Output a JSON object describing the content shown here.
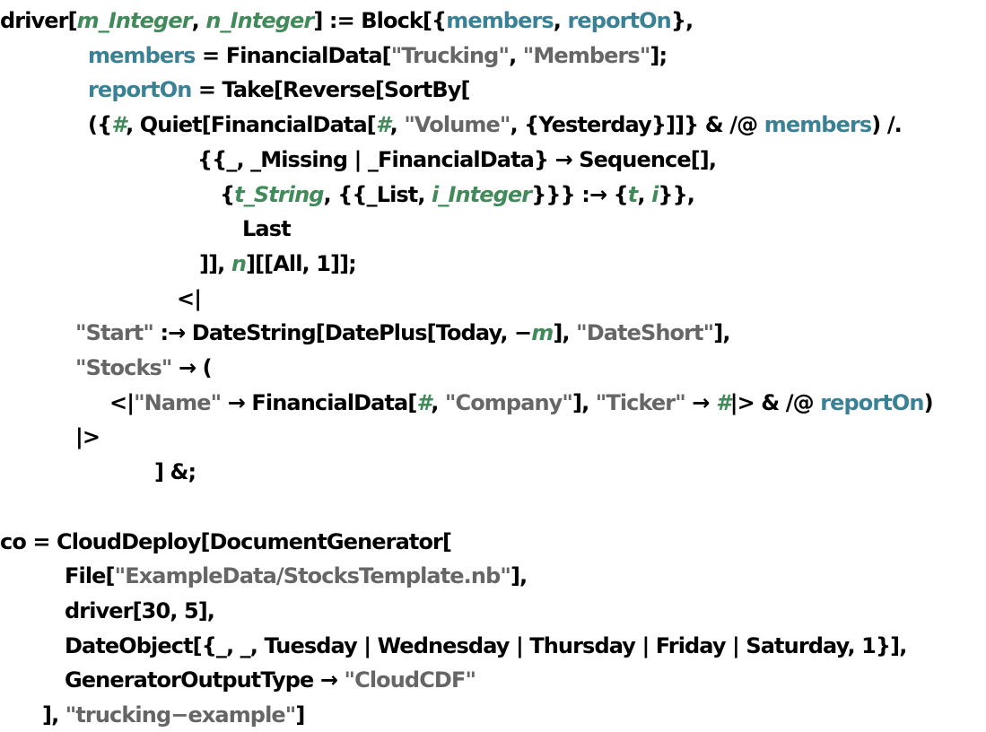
{
  "colors": {
    "text": "#000000",
    "string": "#666666",
    "local_variable": "#3b8196",
    "pattern": "#418a59",
    "background": "#ffffff"
  },
  "lines": [
    {
      "indent": 0,
      "tokens": [
        [
          "t",
          "driver["
        ],
        [
          "p",
          "m_Integer"
        ],
        [
          "t",
          ", "
        ],
        [
          "p",
          "n_Integer"
        ],
        [
          "t",
          "] := Block[{"
        ],
        [
          "v",
          "members"
        ],
        [
          "t",
          ", "
        ],
        [
          "v",
          "reportOn"
        ],
        [
          "t",
          "},"
        ]
      ]
    },
    {
      "indent": 1,
      "tokens": [
        [
          "v",
          "members"
        ],
        [
          "t",
          " = FinancialData["
        ],
        [
          "s",
          "\"Trucking\""
        ],
        [
          "t",
          ", "
        ],
        [
          "s",
          "\"Members\""
        ],
        [
          "t",
          "];"
        ]
      ]
    },
    {
      "indent": 1,
      "tokens": [
        [
          "v",
          "reportOn"
        ],
        [
          "t",
          " = Take[Reverse[SortBy["
        ]
      ]
    },
    {
      "indent": 2,
      "tokens": [
        [
          "t",
          "({"
        ],
        [
          "p",
          "#"
        ],
        [
          "t",
          ", Quiet[FinancialData["
        ],
        [
          "p",
          "#"
        ],
        [
          "t",
          ", "
        ],
        [
          "s",
          "\"Volume\""
        ],
        [
          "t",
          ", {Yesterday}]]} & /@ "
        ],
        [
          "v",
          "members"
        ],
        [
          "t",
          ") /."
        ]
      ]
    },
    {
      "indent": 3,
      "tokens": [
        [
          "t",
          "{{_, _Missing | _FinancialData} → Sequence[],"
        ]
      ]
    },
    {
      "indent": 4,
      "tokens": [
        [
          "t",
          "{"
        ],
        [
          "p",
          "t_String"
        ],
        [
          "t",
          ", {{_List, "
        ],
        [
          "p",
          "i_Integer"
        ],
        [
          "t",
          "}}} :→ {"
        ],
        [
          "p",
          "t"
        ],
        [
          "t",
          ", "
        ],
        [
          "p",
          "i"
        ],
        [
          "t",
          "}},"
        ]
      ]
    },
    {
      "indent": 5,
      "tokens": [
        [
          "t",
          "Last"
        ]
      ]
    },
    {
      "indent": 6,
      "tokens": [
        [
          "t",
          "]], "
        ],
        [
          "p",
          "n"
        ],
        [
          "t",
          "][[All, 1]];"
        ]
      ]
    },
    {
      "indent": 7,
      "tokens": [
        [
          "t",
          "<|"
        ]
      ]
    },
    {
      "indent": 8,
      "tokens": [
        [
          "s",
          "\"Start\""
        ],
        [
          "t",
          " :→ DateString[DatePlus[Today, −"
        ],
        [
          "p",
          "m"
        ],
        [
          "t",
          "], "
        ],
        [
          "s",
          "\"DateShort\""
        ],
        [
          "t",
          "],"
        ]
      ]
    },
    {
      "indent": 8,
      "tokens": [
        [
          "s",
          "\"Stocks\""
        ],
        [
          "t",
          " → ("
        ]
      ]
    },
    {
      "indent": 9,
      "tokens": [
        [
          "t",
          "<|"
        ],
        [
          "s",
          "\"Name\""
        ],
        [
          "t",
          " → FinancialData["
        ],
        [
          "p",
          "#"
        ],
        [
          "t",
          ", "
        ],
        [
          "s",
          "\"Company\""
        ],
        [
          "t",
          "], "
        ],
        [
          "s",
          "\"Ticker\""
        ],
        [
          "t",
          " → "
        ],
        [
          "p",
          "#"
        ],
        [
          "t",
          "|> & /@ "
        ],
        [
          "v",
          "reportOn"
        ],
        [
          "t",
          ")"
        ]
      ]
    },
    {
      "indent": 8,
      "tokens": [
        [
          "t",
          "|>"
        ]
      ]
    },
    {
      "indent": 10,
      "tokens": [
        [
          "t",
          "] &;"
        ]
      ]
    },
    {
      "indent": 0,
      "tokens": []
    },
    {
      "indent": 0,
      "tokens": [
        [
          "t",
          "co = CloudDeploy[DocumentGenerator["
        ]
      ]
    },
    {
      "indent": 11,
      "tokens": [
        [
          "t",
          "File["
        ],
        [
          "s",
          "\"ExampleData/StocksTemplate.nb\""
        ],
        [
          "t",
          "],"
        ]
      ]
    },
    {
      "indent": 11,
      "tokens": [
        [
          "t",
          "driver[30, 5],"
        ]
      ]
    },
    {
      "indent": 11,
      "tokens": [
        [
          "t",
          "DateObject[{_, _, Tuesday | Wednesday | Thursday | Friday | Saturday, 1}],"
        ]
      ]
    },
    {
      "indent": 11,
      "tokens": [
        [
          "t",
          "GeneratorOutputType → "
        ],
        [
          "s",
          "\"CloudCDF\""
        ]
      ]
    },
    {
      "indent": 12,
      "tokens": [
        [
          "t",
          "], "
        ],
        [
          "s",
          "\"trucking−example\""
        ],
        [
          "t",
          "]"
        ]
      ]
    }
  ]
}
